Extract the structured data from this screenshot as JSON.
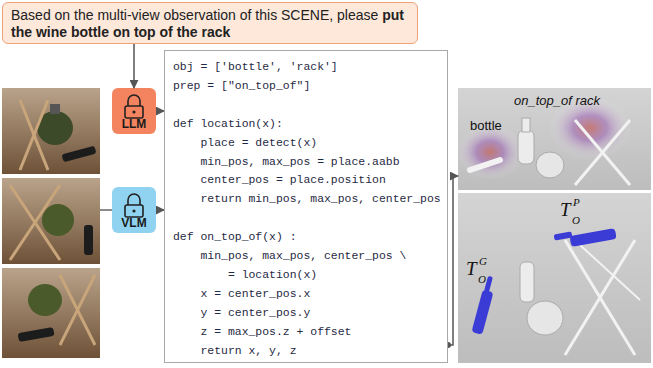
{
  "diagram": {
    "nodes": [
      {
        "text": [
          "Based on the multi-view observation of this SCENE, please",
          "put the wine bottle on top of the rack"
        ]
      },
      {
        "text": [
          "LLM"
        ]
      },
      {
        "text": [
          "VLM"
        ]
      },
      {
        "text": [
          "obj = ['bottle', 'rack']",
          "prep = [\"on_top_of\"]",
          "def location(x):",
          "    place = detect(x)",
          "    min_pos, max_pos = place.aabb",
          "    center_pos = place.position",
          "    return min_pos, max_pos, center_pos",
          "def on_top_of(x) :",
          "    min_pos, max_pos, center_pos \\",
          "        = location(x)",
          "    x = center_pos.x",
          "    y = center_pos.y",
          "    z = max_pos.z + offset",
          "    return x, y, z"
        ]
      },
      {
        "text": [
          "on_top_of rack",
          "bottle"
        ]
      }
    ],
    "edges": [
      {
        "from": 0,
        "to": 1,
        "arrow": "to"
      },
      {
        "from": 1,
        "to": 3,
        "arrow": "to"
      },
      {
        "from": 2,
        "to": 3,
        "arrow": "to"
      },
      {
        "from": 3,
        "to": 4,
        "arrow": "to"
      }
    ],
    "labels": [
      "T",
      "P",
      "O",
      "T",
      "G",
      "O"
    ]
  }
}
